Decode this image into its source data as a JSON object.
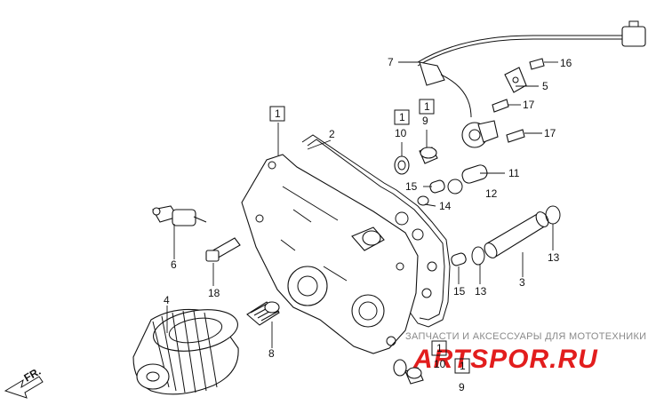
{
  "diagram": {
    "callouts": [
      {
        "id": "c1",
        "text": "1"
      },
      {
        "id": "c2",
        "text": "2"
      },
      {
        "id": "c4",
        "text": "4"
      },
      {
        "id": "c5",
        "text": "5"
      },
      {
        "id": "c6",
        "text": "6"
      },
      {
        "id": "c7",
        "text": "7"
      },
      {
        "id": "c8",
        "text": "8"
      },
      {
        "id": "c9a",
        "text": "9"
      },
      {
        "id": "c9b",
        "text": "9"
      },
      {
        "id": "c10a",
        "text": "10"
      },
      {
        "id": "c10b",
        "text": "10"
      },
      {
        "id": "c11",
        "text": "11"
      },
      {
        "id": "c12",
        "text": "12"
      },
      {
        "id": "c13a",
        "text": "13"
      },
      {
        "id": "c13b",
        "text": "13"
      },
      {
        "id": "c14",
        "text": "14"
      },
      {
        "id": "c15a",
        "text": "15"
      },
      {
        "id": "c15b",
        "text": "15"
      },
      {
        "id": "c16",
        "text": "16"
      },
      {
        "id": "c17a",
        "text": "17"
      },
      {
        "id": "c17b",
        "text": "17"
      },
      {
        "id": "c18",
        "text": "18"
      }
    ],
    "boxed": [
      {
        "id": "b1",
        "text": "1"
      },
      {
        "id": "b2",
        "text": "1"
      },
      {
        "id": "b3",
        "text": "1"
      },
      {
        "id": "b4",
        "text": "1"
      },
      {
        "id": "b5",
        "text": "1"
      }
    ],
    "direction_label": "FR."
  },
  "watermark": {
    "line1": "ЗАПЧАСТИ И АКСЕССУАРЫ ДЛЯ МОТОТЕХНИКИ",
    "logo": "ARTSPOR.RU",
    "color": "#e21d1d"
  }
}
